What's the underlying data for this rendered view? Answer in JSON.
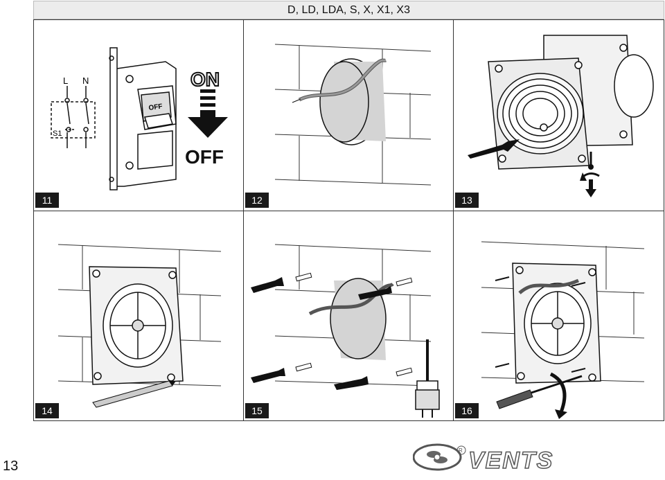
{
  "header": {
    "title": "D, LD, LDA, S, X, X1, X3"
  },
  "panels": [
    {
      "number": "11",
      "labels": {
        "l": "L",
        "n": "N",
        "s1": "S1",
        "switch_off": "OFF",
        "on": "ON",
        "off": "OFF"
      }
    },
    {
      "number": "12"
    },
    {
      "number": "13"
    },
    {
      "number": "14"
    },
    {
      "number": "15"
    },
    {
      "number": "16"
    }
  ],
  "page_number": "13",
  "logo": {
    "text": "VENTS",
    "registered": "R"
  }
}
